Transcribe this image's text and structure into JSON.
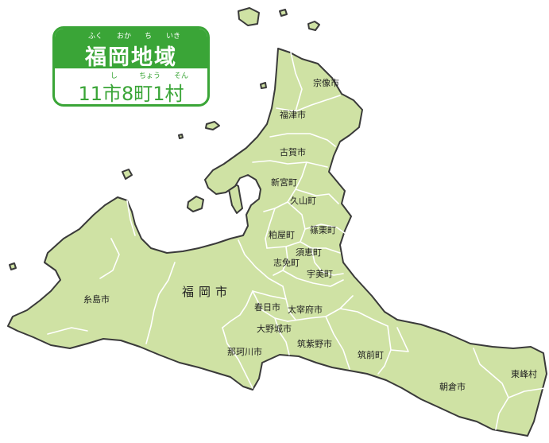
{
  "header": {
    "title": "福岡地域",
    "title_ruby": [
      "ふく",
      "おか",
      "ち",
      "いき"
    ],
    "subtitle": "11市8町1村",
    "subtitle_ruby": [
      "し",
      "ちょう",
      "そん"
    ]
  },
  "municipalities": {
    "munakata": "宗像市",
    "fukutsu": "福津市",
    "koga": "古賀市",
    "shingu": "新宮町",
    "hisayama": "久山町",
    "kasuya": "粕屋町",
    "sasaguri": "篠栗町",
    "sue": "須恵町",
    "shime": "志免町",
    "umi": "宇美町",
    "fukuoka": "福岡市",
    "itoshima": "糸島市",
    "kasuga": "春日市",
    "dazaifu": "太宰府市",
    "onojo": "大野城市",
    "nakagawa": "那珂川市",
    "chikushino": "筑紫野市",
    "chikuzen": "筑前町",
    "asakura": "朝倉市",
    "toho": "東峰村"
  },
  "colors": {
    "land": "#cfe2a4",
    "accent": "#3aa537",
    "outline": "#3a3a3a",
    "border": "#ffffff"
  }
}
